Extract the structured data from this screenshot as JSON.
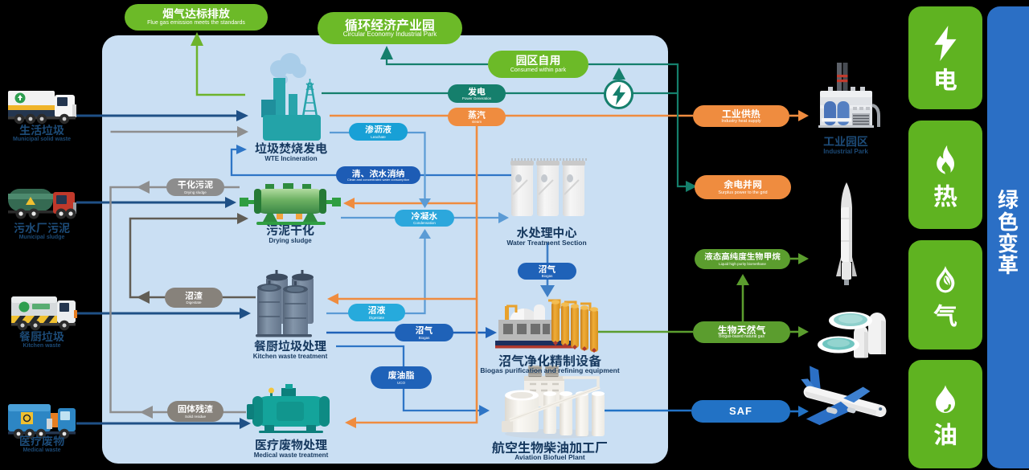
{
  "title": {
    "cn": "循环经济产业园",
    "en": "Circular Economy Industrial Park"
  },
  "palette": {
    "background": "#000000",
    "panel": "#cadff3",
    "bright_green": "#6cba28",
    "dark_green": "#5b9d2e",
    "teal": "#157f6c",
    "orange": "#ef8c3f",
    "dark_blue_pill": "#1d5cb5",
    "mid_blue_pill": "#1f62b8",
    "cyan_pill": "#18a0d6",
    "gray_pill": "#8d8d8d",
    "navy_line": "#1f5086",
    "light_blue_line": "#5b9bd5",
    "tile_green": "#5fb321",
    "banner_blue": "#2b6fc5",
    "label_navy": "#17395f"
  },
  "banner": {
    "vertical_text": "绿色变革"
  },
  "energy_tiles": [
    {
      "cn": "电",
      "icon": "lightning"
    },
    {
      "cn": "热",
      "icon": "flame"
    },
    {
      "cn": "气",
      "icon": "gas-flame"
    },
    {
      "cn": "油",
      "icon": "oil-drop"
    }
  ],
  "waste_sources": [
    {
      "cn": "生活垃圾",
      "en": "Municipal solid waste",
      "icon": "garbage-truck"
    },
    {
      "cn": "污水厂污泥",
      "en": "Municipal sludge",
      "icon": "sludge-tanker-truck"
    },
    {
      "cn": "餐厨垃圾",
      "en": "Kitchen waste",
      "icon": "kitchen-waste-truck"
    },
    {
      "cn": "医疗废物",
      "en": "Medical waste",
      "icon": "medical-waste-truck"
    }
  ],
  "facilities": {
    "wte": {
      "cn": "垃圾焚烧发电",
      "en": "WTE Incineration"
    },
    "dryer": {
      "cn": "污泥干化",
      "en": "Drying sludge"
    },
    "kitchen": {
      "cn": "餐厨垃圾处理",
      "en": "Kitchen waste treatment"
    },
    "medical": {
      "cn": "医疗废物处理",
      "en": "Medical waste treatment"
    },
    "water": {
      "cn": "水处理中心",
      "en": "Water Treatment Section"
    },
    "biogas": {
      "cn": "沼气净化精制设备",
      "en": "Biogas purification and refining equipment"
    },
    "biofuel": {
      "cn": "航空生物柴油加工厂",
      "en": "Aviation Biofuel Plant"
    },
    "industrial": {
      "cn": "工业园区",
      "en": "Industrial Park"
    }
  },
  "pills": {
    "flue": {
      "cn": "烟气达标排放",
      "en": "Flue gas emission meets the standards"
    },
    "park": {
      "cn": "循环经济产业园",
      "en": "Circular Economy Industrial Park"
    },
    "self_use": {
      "cn": "园区自用",
      "en": "Consumed within park"
    },
    "power": {
      "cn": "发电",
      "en": "Power Generation"
    },
    "steam": {
      "cn": "蒸汽",
      "en": "steam"
    },
    "leachate": {
      "cn": "渗沥液",
      "en": "Leachate"
    },
    "clean_water": {
      "cn": "清、浓水消纳",
      "en": "Clean and concentrated water consumption"
    },
    "condensate": {
      "cn": "冷凝水",
      "en": "Condensation"
    },
    "dried_sludge": {
      "cn": "干化污泥",
      "en": "Drying sludge"
    },
    "digestate_residue": {
      "cn": "沼渣",
      "en": "Digestate"
    },
    "solid_residue": {
      "cn": "固体残渣",
      "en": "Solid residue"
    },
    "digestate_liquid": {
      "cn": "沼液",
      "en": "Digestate"
    },
    "biogas_kitchen": {
      "cn": "沼气",
      "en": "Biogas"
    },
    "biogas_water": {
      "cn": "沼气",
      "en": "Biogas"
    },
    "uco": {
      "cn": "废油脂",
      "en": "UCO"
    },
    "industry_heat": {
      "cn": "工业供热",
      "en": "Industry heat supply"
    },
    "surplus_power": {
      "cn": "余电并网",
      "en": "Surplus power to the grid"
    },
    "biomethane": {
      "cn": "液态高纯度生物甲烷",
      "en": "Liquid high purity biomethane"
    },
    "bio_natural_gas": {
      "cn": "生物天然气",
      "en": "Biogas-based natural gas"
    },
    "saf": {
      "cn": "SAF"
    }
  },
  "flows": [
    {
      "from": "生活垃圾",
      "to": "垃圾焚烧发电",
      "label": ""
    },
    {
      "from": "污水厂污泥",
      "to": "污泥干化",
      "label": ""
    },
    {
      "from": "餐厨垃圾",
      "to": "餐厨垃圾处理",
      "label": ""
    },
    {
      "from": "医疗废物",
      "to": "医疗废物处理",
      "label": ""
    },
    {
      "from": "垃圾焚烧发电",
      "to": "烟气达标排放",
      "label": ""
    },
    {
      "from": "垃圾焚烧发电",
      "to": "园区自用/余电并网",
      "label": "发电"
    },
    {
      "from": "垃圾焚烧发电",
      "to": "污泥干化/餐厨垃圾处理/医疗废物处理/工业供热",
      "label": "蒸汽"
    },
    {
      "from": "垃圾焚烧发电",
      "to": "水处理中心",
      "label": "渗沥液"
    },
    {
      "from": "水处理中心",
      "to": "垃圾焚烧发电",
      "label": "清、浓水消纳"
    },
    {
      "from": "污泥干化",
      "to": "水处理中心",
      "label": "冷凝水"
    },
    {
      "from": "污泥干化",
      "to": "垃圾焚烧发电",
      "label": "干化污泥"
    },
    {
      "from": "餐厨垃圾处理",
      "to": "污泥干化",
      "label": "沼渣"
    },
    {
      "from": "餐厨垃圾处理",
      "to": "水处理中心",
      "label": "沼液"
    },
    {
      "from": "餐厨垃圾处理",
      "to": "沼气净化精制设备",
      "label": "沼气"
    },
    {
      "from": "餐厨垃圾处理",
      "to": "航空生物柴油加工厂",
      "label": "废油脂"
    },
    {
      "from": "医疗废物处理",
      "to": "垃圾焚烧发电",
      "label": "固体残渣"
    },
    {
      "from": "水处理中心",
      "to": "沼气净化精制设备",
      "label": "沼气"
    },
    {
      "from": "沼气净化精制设备",
      "to": "生物天然气",
      "label": ""
    },
    {
      "from": "生物天然气",
      "to": "液态高纯度生物甲烷",
      "label": ""
    },
    {
      "from": "航空生物柴油加工厂",
      "to": "SAF",
      "label": ""
    },
    {
      "from": "园区自用",
      "to": "循环经济产业园",
      "label": ""
    }
  ]
}
